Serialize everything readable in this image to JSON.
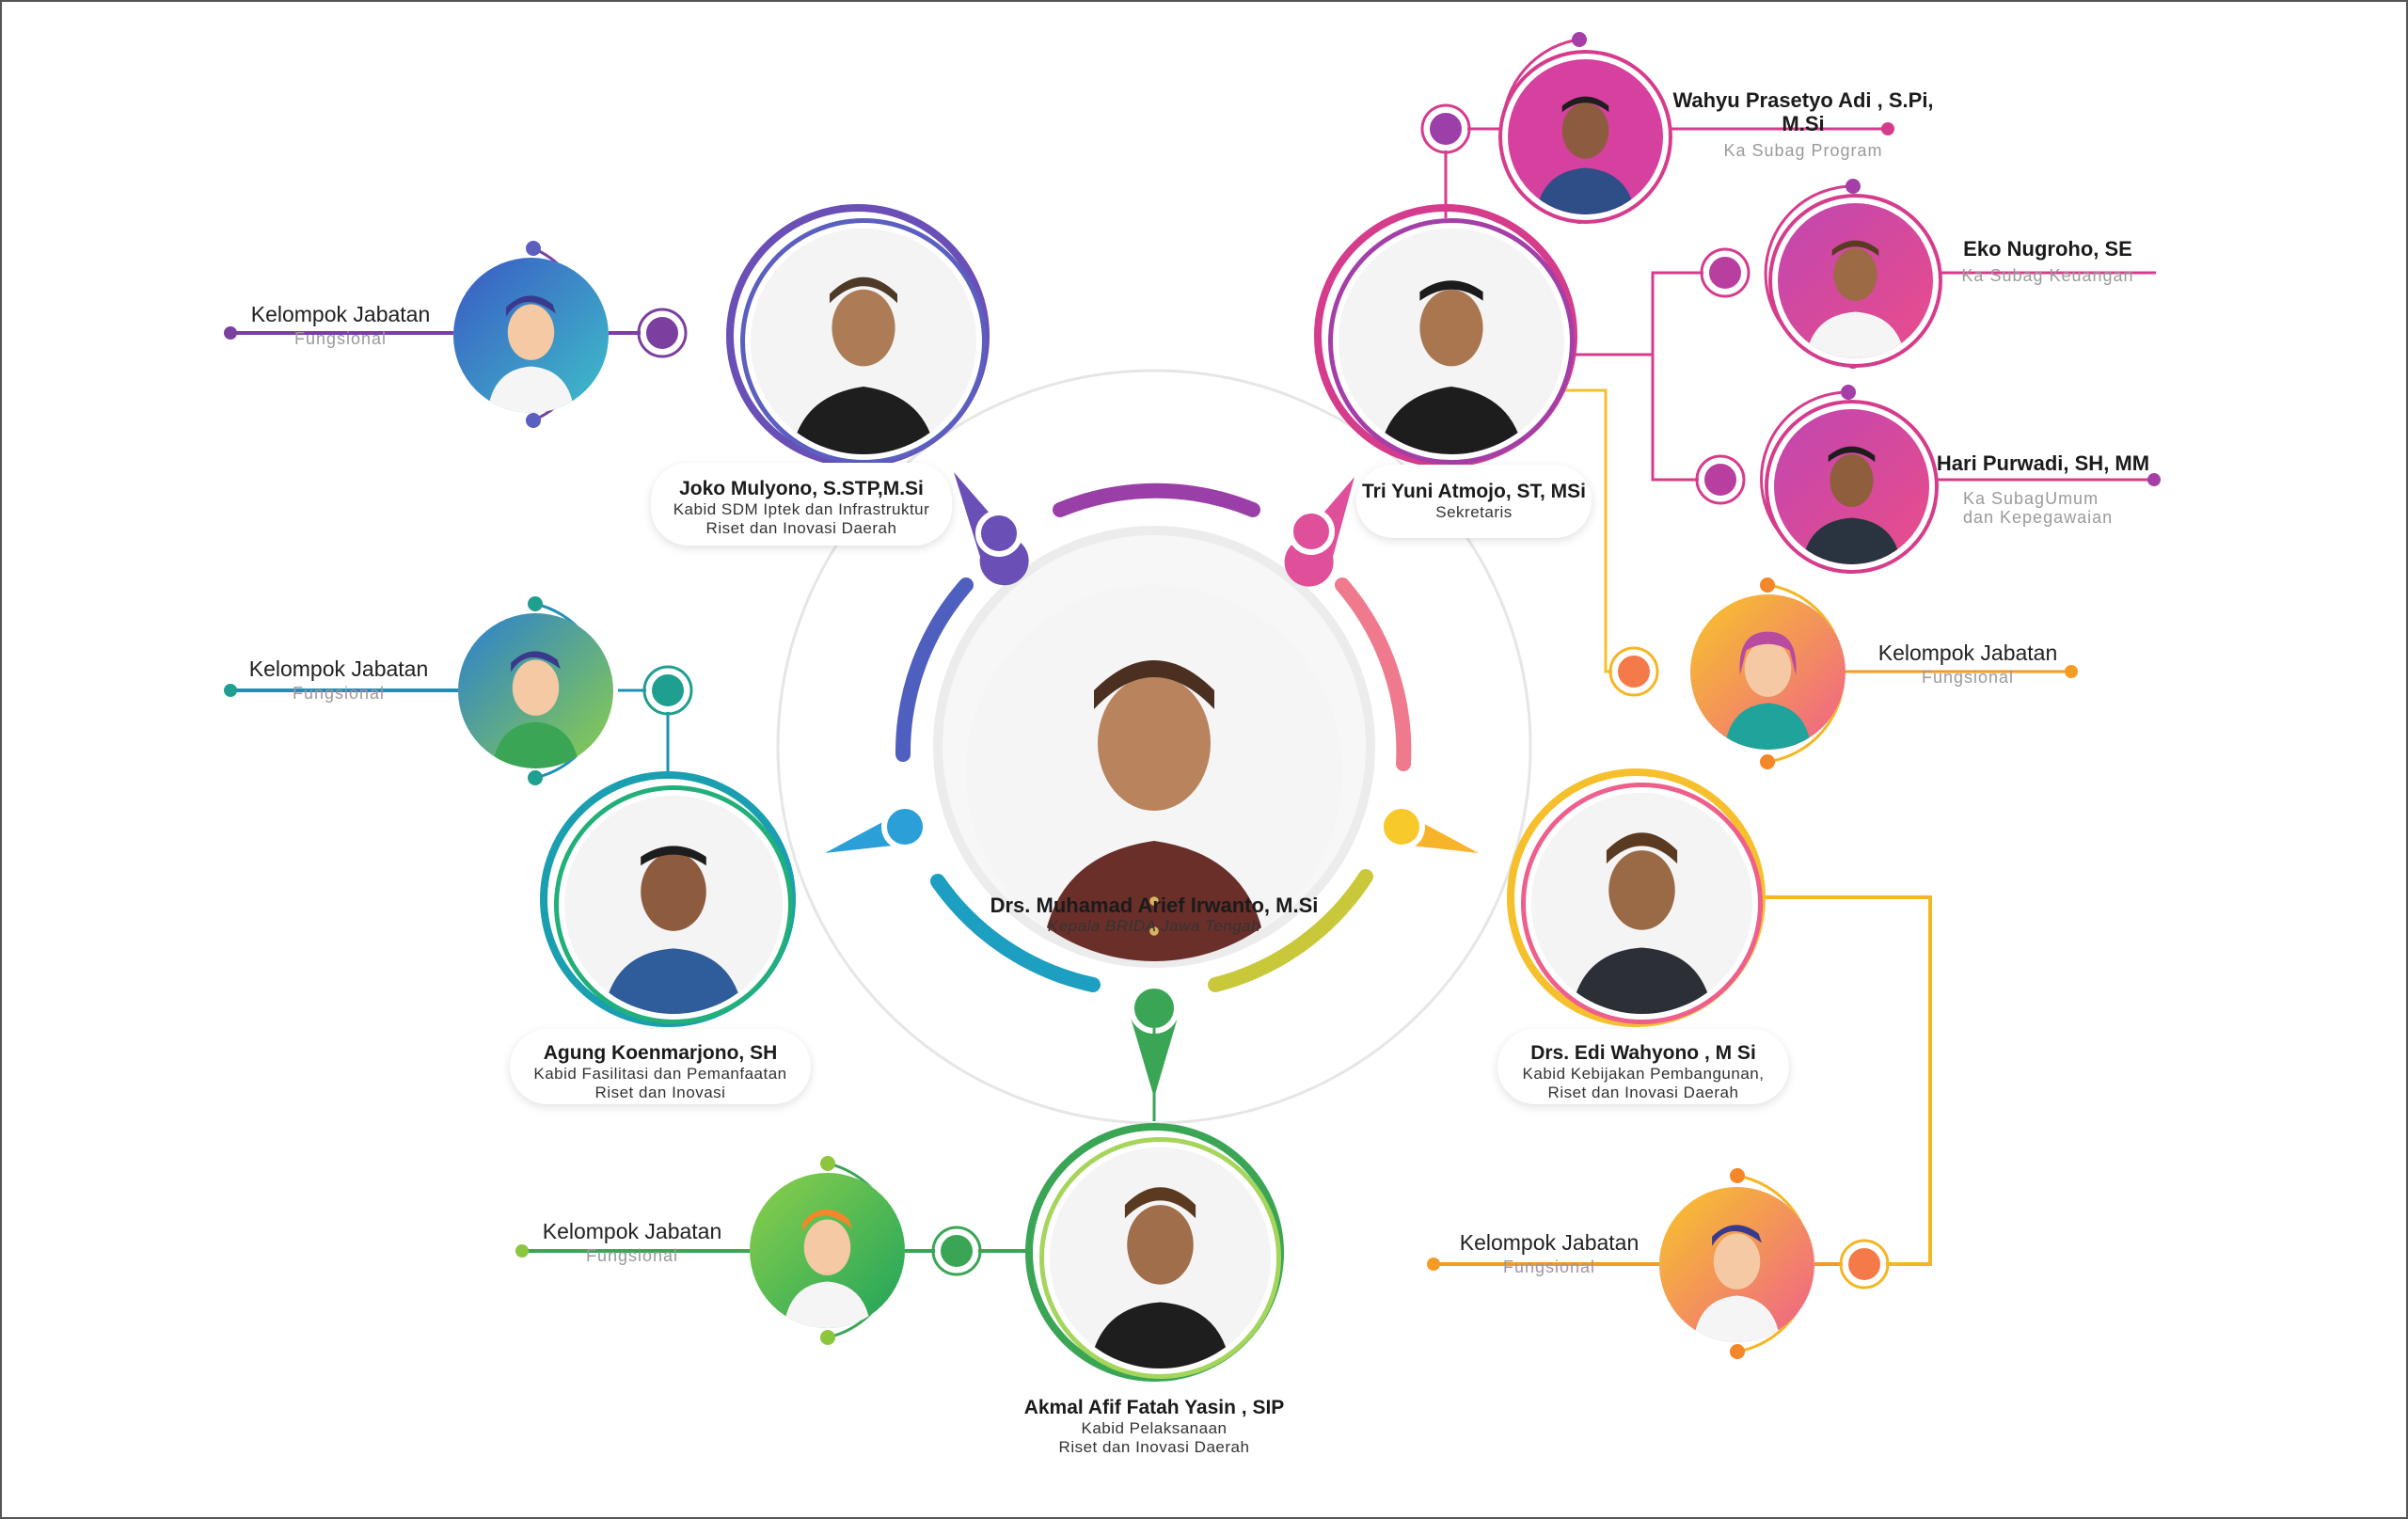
{
  "center": {
    "name": "Drs. Muhamad Arief Irwanto, M.Si",
    "role": "Kepala BRIDA Jawa Tengah"
  },
  "officials": [
    {
      "id": "joko",
      "name": "Joko Mulyono, S.STP,M.Si",
      "role": [
        "Kabid SDM Iptek dan Infrastruktur",
        "Riset dan Inovasi Daerah"
      ],
      "color": "#6a4fb6"
    },
    {
      "id": "tri",
      "name": "Tri Yuni Atmojo, ST, MSi",
      "role": [
        "Sekretaris"
      ],
      "color": "#c2418f"
    },
    {
      "id": "agung",
      "name": "Agung Koenmarjono, SH",
      "role": [
        "Kabid Fasilitasi dan Pemanfaatan",
        "Riset dan Inovasi"
      ],
      "color": "#1f9f8f"
    },
    {
      "id": "edi",
      "name": "Drs. Edi Wahyono , M Si",
      "role": [
        "Kabid Kebijakan Pembangunan,",
        "Riset dan Inovasi Daerah"
      ],
      "color": "#f0a22c"
    },
    {
      "id": "akmal",
      "name": "Akmal Afif Fatah Yasin , SIP",
      "role": [
        "Kabid Pelaksanaan",
        "Riset dan Inovasi Daerah"
      ],
      "color": "#3aa655"
    }
  ],
  "subordinates": [
    {
      "id": "wahyu",
      "name": "Wahyu Prasetyo Adi , S.Pi, M.Si",
      "role": [
        "Ka Subag Program"
      ]
    },
    {
      "id": "eko",
      "name": "Eko Nugroho, SE",
      "role": [
        "Ka Subag Keuangan"
      ]
    },
    {
      "id": "hari",
      "name": "Hari Purwadi, SH, MM",
      "role": [
        "Ka SubagUmum",
        "dan Kepegawaian"
      ]
    }
  ],
  "kelompok": [
    {
      "id": "kj1",
      "title": "Kelompok Jabatan",
      "sub": "Fungsional"
    },
    {
      "id": "kj2",
      "title": "Kelompok Jabatan",
      "sub": "Fungsional"
    },
    {
      "id": "kj3",
      "title": "Kelompok Jabatan",
      "sub": "Fungsional"
    },
    {
      "id": "kj4",
      "title": "Kelompok Jabatan",
      "sub": "Fungsional"
    },
    {
      "id": "kj5",
      "title": "Kelompok Jabatan",
      "sub": "Fungsional"
    }
  ],
  "colors": {
    "purple": "#7b3fa0",
    "magenta": "#d63c8c",
    "blue": "#3b82c4",
    "teal": "#1f9f8f",
    "green": "#3aa655",
    "orange": "#f59a23",
    "yellow": "#f5c02c"
  }
}
